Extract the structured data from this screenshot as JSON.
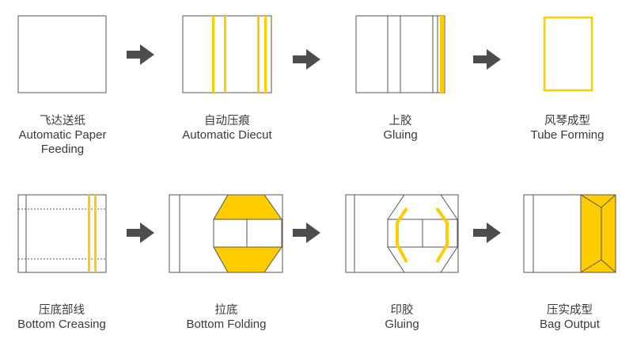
{
  "colors": {
    "outline": "#555555",
    "accent": "#ffcc00",
    "arrow": "#4d4d4d",
    "text": "#3a3a3a"
  },
  "steps": [
    {
      "cn": "飞达送纸",
      "en": "Automatic Paper Feeding"
    },
    {
      "cn": "自动压痕",
      "en": "Automatic Diecut"
    },
    {
      "cn": "上胶",
      "en": "Gluing"
    },
    {
      "cn": "风琴成型",
      "en": "Tube Forming"
    },
    {
      "cn": "压底部线",
      "en": "Bottom Creasing"
    },
    {
      "cn": "拉底",
      "en": "Bottom Folding"
    },
    {
      "cn": "印胶",
      "en": "Gluing"
    },
    {
      "cn": "压实成型",
      "en": "Bag Output"
    }
  ]
}
